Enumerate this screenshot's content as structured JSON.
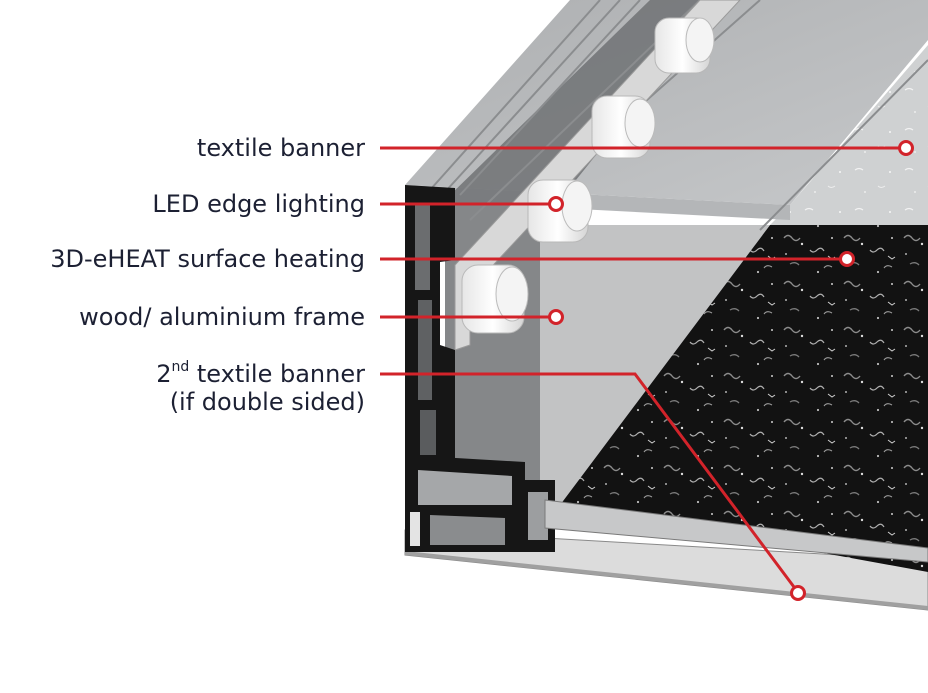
{
  "callouts": [
    {
      "id": "textile-banner",
      "label": "textile banner"
    },
    {
      "id": "led-edge-lighting",
      "label": "LED edge lighting"
    },
    {
      "id": "surface-heating",
      "label": "3D-eHEAT surface heating"
    },
    {
      "id": "frame",
      "label": "wood/ aluminium frame"
    },
    {
      "id": "second-banner",
      "label_prefix": "2",
      "label_sup": "nd",
      "label_main": " textile banner",
      "label_line2": "(if double sided)"
    }
  ],
  "colors": {
    "callout_line": "#d2232a",
    "label_text": "#1c2033",
    "frame_profile": "#161616",
    "panel_gray": "#b9b9b9",
    "heating_surface": "#151515"
  }
}
